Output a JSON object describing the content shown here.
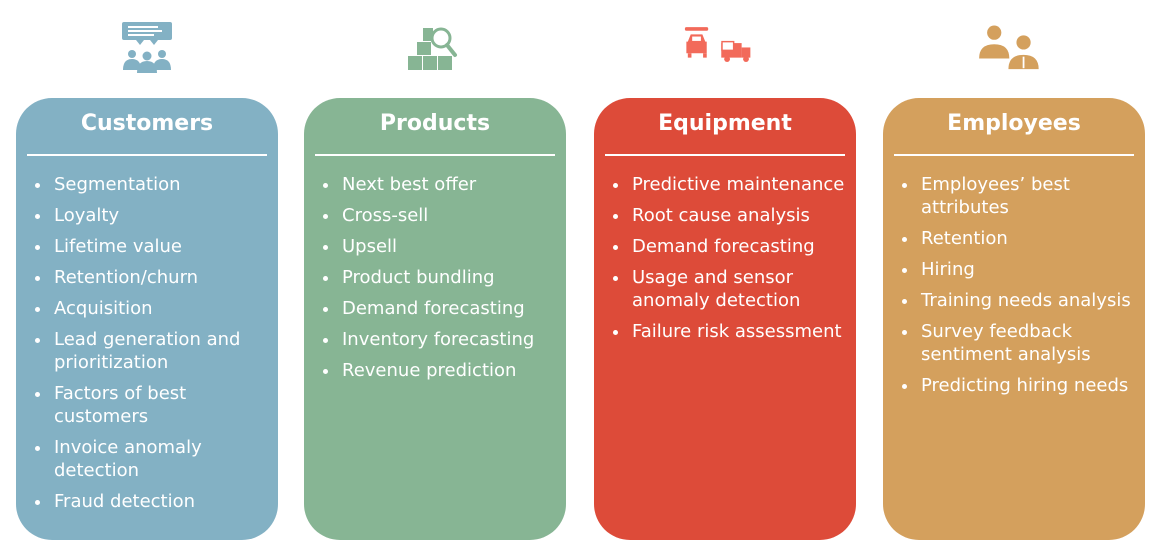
{
  "colors": {
    "customers": "#83b1c4",
    "products": "#87b594",
    "equipment": "#dd4b39",
    "employees": "#d4a05d",
    "equipment_icon": "#f26a5a"
  },
  "cards": [
    {
      "title": "Customers",
      "icon": "audience-feedback-icon",
      "items": [
        "Segmentation",
        "Loyalty",
        "Lifetime value",
        "Retention/churn",
        "Acquisition",
        "Lead generation and prioritization",
        "Factors of best customers",
        "Invoice anomaly detection",
        "Fraud detection"
      ]
    },
    {
      "title": "Products",
      "icon": "boxes-magnifier-icon",
      "items": [
        "Next best offer",
        "Cross-sell",
        "Upsell",
        "Product bundling",
        "Demand forecasting",
        "Inventory forecasting",
        "Revenue prediction"
      ]
    },
    {
      "title": "Equipment",
      "icon": "vehicles-wrench-icon",
      "items": [
        "Predictive maintenance",
        "Root cause analysis",
        "Demand forecasting",
        "Usage and sensor anomaly detection",
        "Failure risk assessment"
      ]
    },
    {
      "title": "Employees",
      "icon": "employees-icon",
      "items": [
        "Employees’ best attributes",
        "Retention",
        "Hiring",
        "Training needs analysis",
        "Survey feedback sentiment analysis",
        "Predicting hiring needs"
      ]
    }
  ]
}
